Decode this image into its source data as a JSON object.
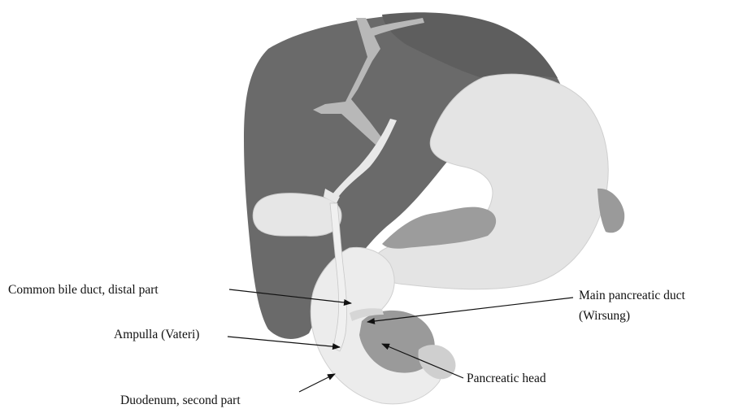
{
  "labels": {
    "common_bile_duct": "Common bile duct, distal part",
    "ampulla": "Ampulla (Vateri)",
    "duodenum": "Duodenum, second part",
    "main_pancreatic_duct_line1": "Main pancreatic duct",
    "main_pancreatic_duct_line2": "(Wirsung)",
    "pancreatic_head": "Pancreatic head"
  }
}
